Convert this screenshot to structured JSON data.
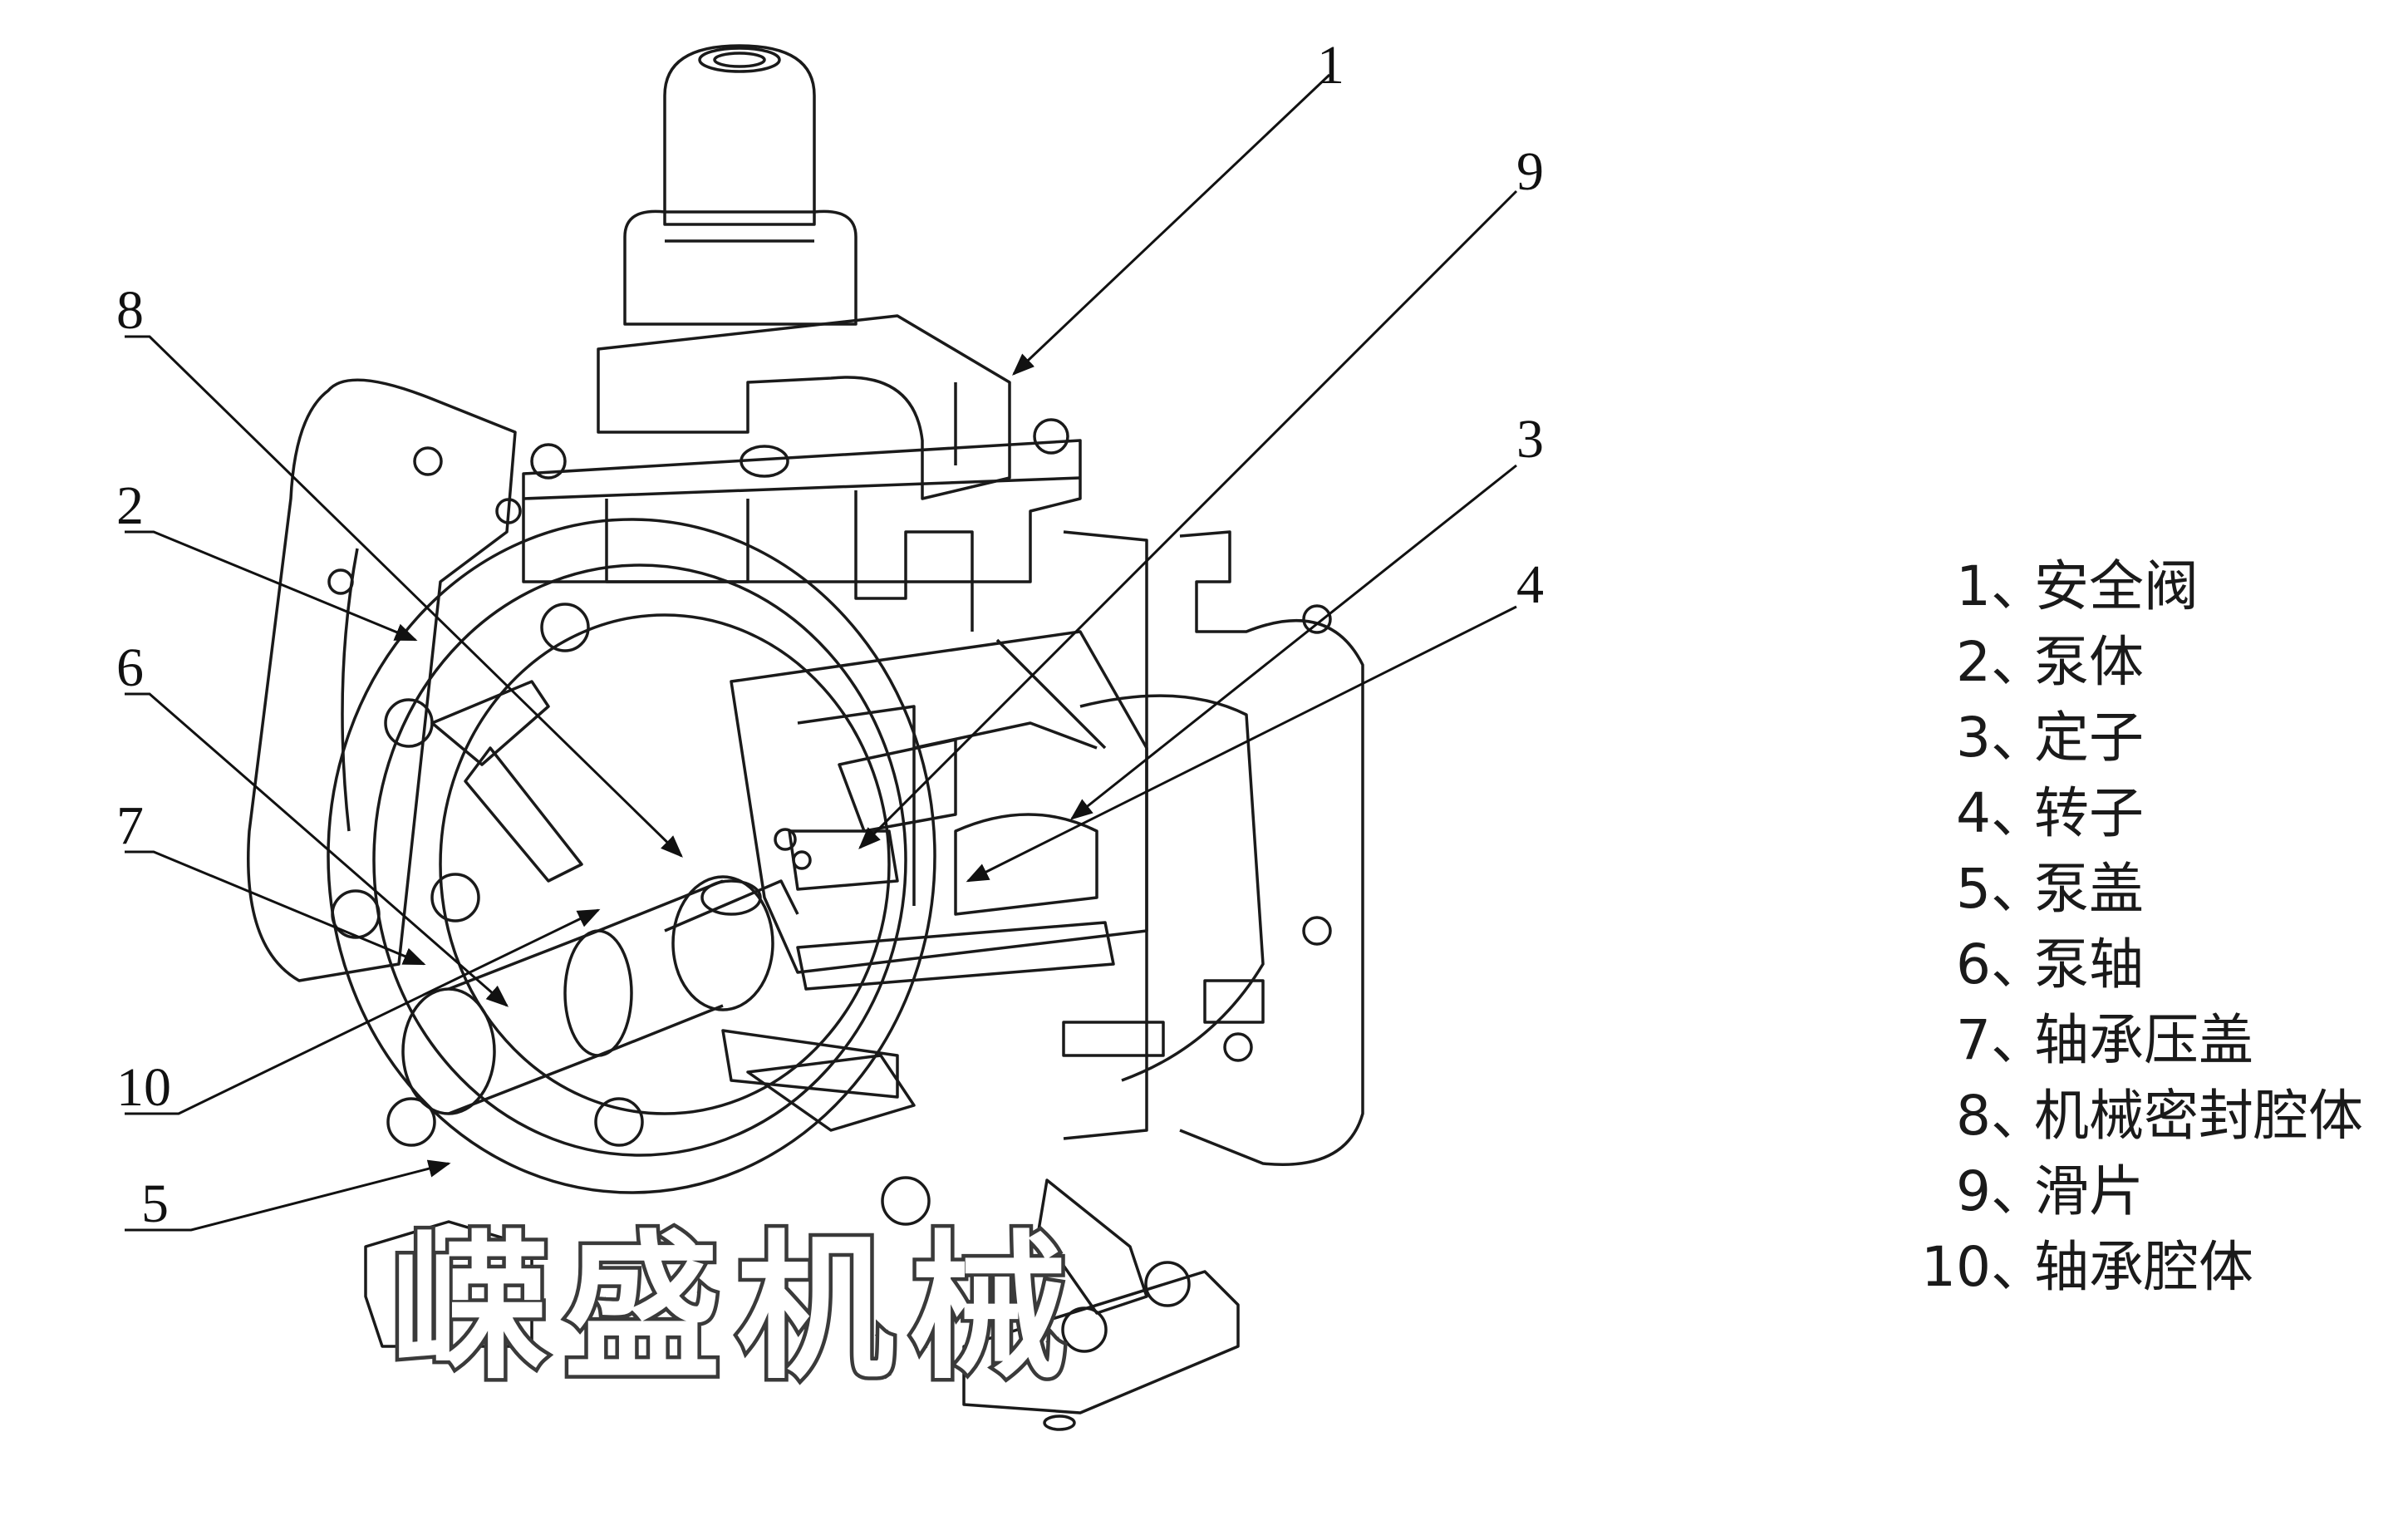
{
  "callouts": [
    {
      "id": "1",
      "label": "1"
    },
    {
      "id": "9",
      "label": "9"
    },
    {
      "id": "8",
      "label": "8"
    },
    {
      "id": "3",
      "label": "3"
    },
    {
      "id": "2",
      "label": "2"
    },
    {
      "id": "4",
      "label": "4"
    },
    {
      "id": "6",
      "label": "6"
    },
    {
      "id": "7",
      "label": "7"
    },
    {
      "id": "10",
      "label": "10"
    },
    {
      "id": "5",
      "label": "5"
    }
  ],
  "legend": [
    {
      "num": "1",
      "sep": "、",
      "name": "安全阀"
    },
    {
      "num": "2",
      "sep": "、",
      "name": "泵体"
    },
    {
      "num": "3",
      "sep": "、",
      "name": "定子"
    },
    {
      "num": "4",
      "sep": "、",
      "name": "转子"
    },
    {
      "num": "5",
      "sep": "、",
      "name": "泵盖"
    },
    {
      "num": "6",
      "sep": "、",
      "name": "泵轴"
    },
    {
      "num": "7",
      "sep": "、",
      "name": "轴承压盖"
    },
    {
      "num": "8",
      "sep": "、",
      "name": "机械密封腔体"
    },
    {
      "num": "9",
      "sep": "、",
      "name": "滑片"
    },
    {
      "num": "10",
      "sep": "、",
      "name": "轴承腔体"
    }
  ],
  "watermark": "嵘盛机械",
  "colors": {
    "line": "#1a1a1a",
    "background": "#ffffff"
  }
}
